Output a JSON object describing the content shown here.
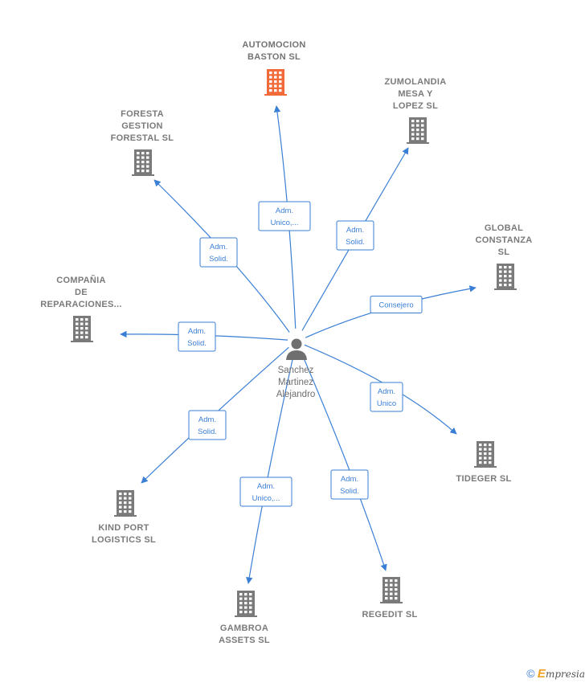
{
  "person": {
    "name_lines": [
      "Sanchez",
      "Martinez",
      "Alejandro"
    ]
  },
  "companies": [
    {
      "id": "automocion",
      "lines": [
        "AUTOMOCION",
        "BASTON  SL"
      ],
      "highlight": true
    },
    {
      "id": "zumolandia",
      "lines": [
        "ZUMOLANDIA",
        "MESA Y",
        "LOPEZ  SL"
      ]
    },
    {
      "id": "foresta",
      "lines": [
        "FORESTA",
        "GESTION",
        "FORESTAL  SL"
      ]
    },
    {
      "id": "global",
      "lines": [
        "GLOBAL",
        "CONSTANZA",
        "SL"
      ]
    },
    {
      "id": "compania",
      "lines": [
        "COMPAÑIA",
        "DE",
        "REPARACIONES..."
      ]
    },
    {
      "id": "tideger",
      "lines": [
        "TIDEGER  SL"
      ]
    },
    {
      "id": "kindport",
      "lines": [
        "KIND PORT",
        "LOGISTICS  SL"
      ]
    },
    {
      "id": "gambroa",
      "lines": [
        "GAMBROA",
        "ASSETS  SL"
      ]
    },
    {
      "id": "regedit",
      "lines": [
        "REGEDIT SL"
      ]
    }
  ],
  "relations": [
    {
      "to": "automocion",
      "lines": [
        "Adm.",
        "Unico,..."
      ]
    },
    {
      "to": "zumolandia",
      "lines": [
        "Adm.",
        "Solid."
      ]
    },
    {
      "to": "foresta",
      "lines": [
        "Adm.",
        "Solid."
      ]
    },
    {
      "to": "global",
      "lines": [
        "Consejero"
      ]
    },
    {
      "to": "compania",
      "lines": [
        "Adm.",
        "Solid."
      ]
    },
    {
      "to": "tideger",
      "lines": [
        "Adm.",
        "Unico"
      ]
    },
    {
      "to": "kindport",
      "lines": [
        "Adm.",
        "Solid."
      ]
    },
    {
      "to": "gambroa",
      "lines": [
        "Adm.",
        "Unico,..."
      ]
    },
    {
      "to": "regedit",
      "lines": [
        "Adm.",
        "Solid."
      ]
    }
  ],
  "colors": {
    "edge": "#3a7fd5",
    "building": "#7a7a7a",
    "highlight": "#f26a3a",
    "person": "#6f6f6f"
  },
  "footer": {
    "copyright": "©",
    "brand_initial": "E",
    "brand_rest": "mpresia"
  }
}
